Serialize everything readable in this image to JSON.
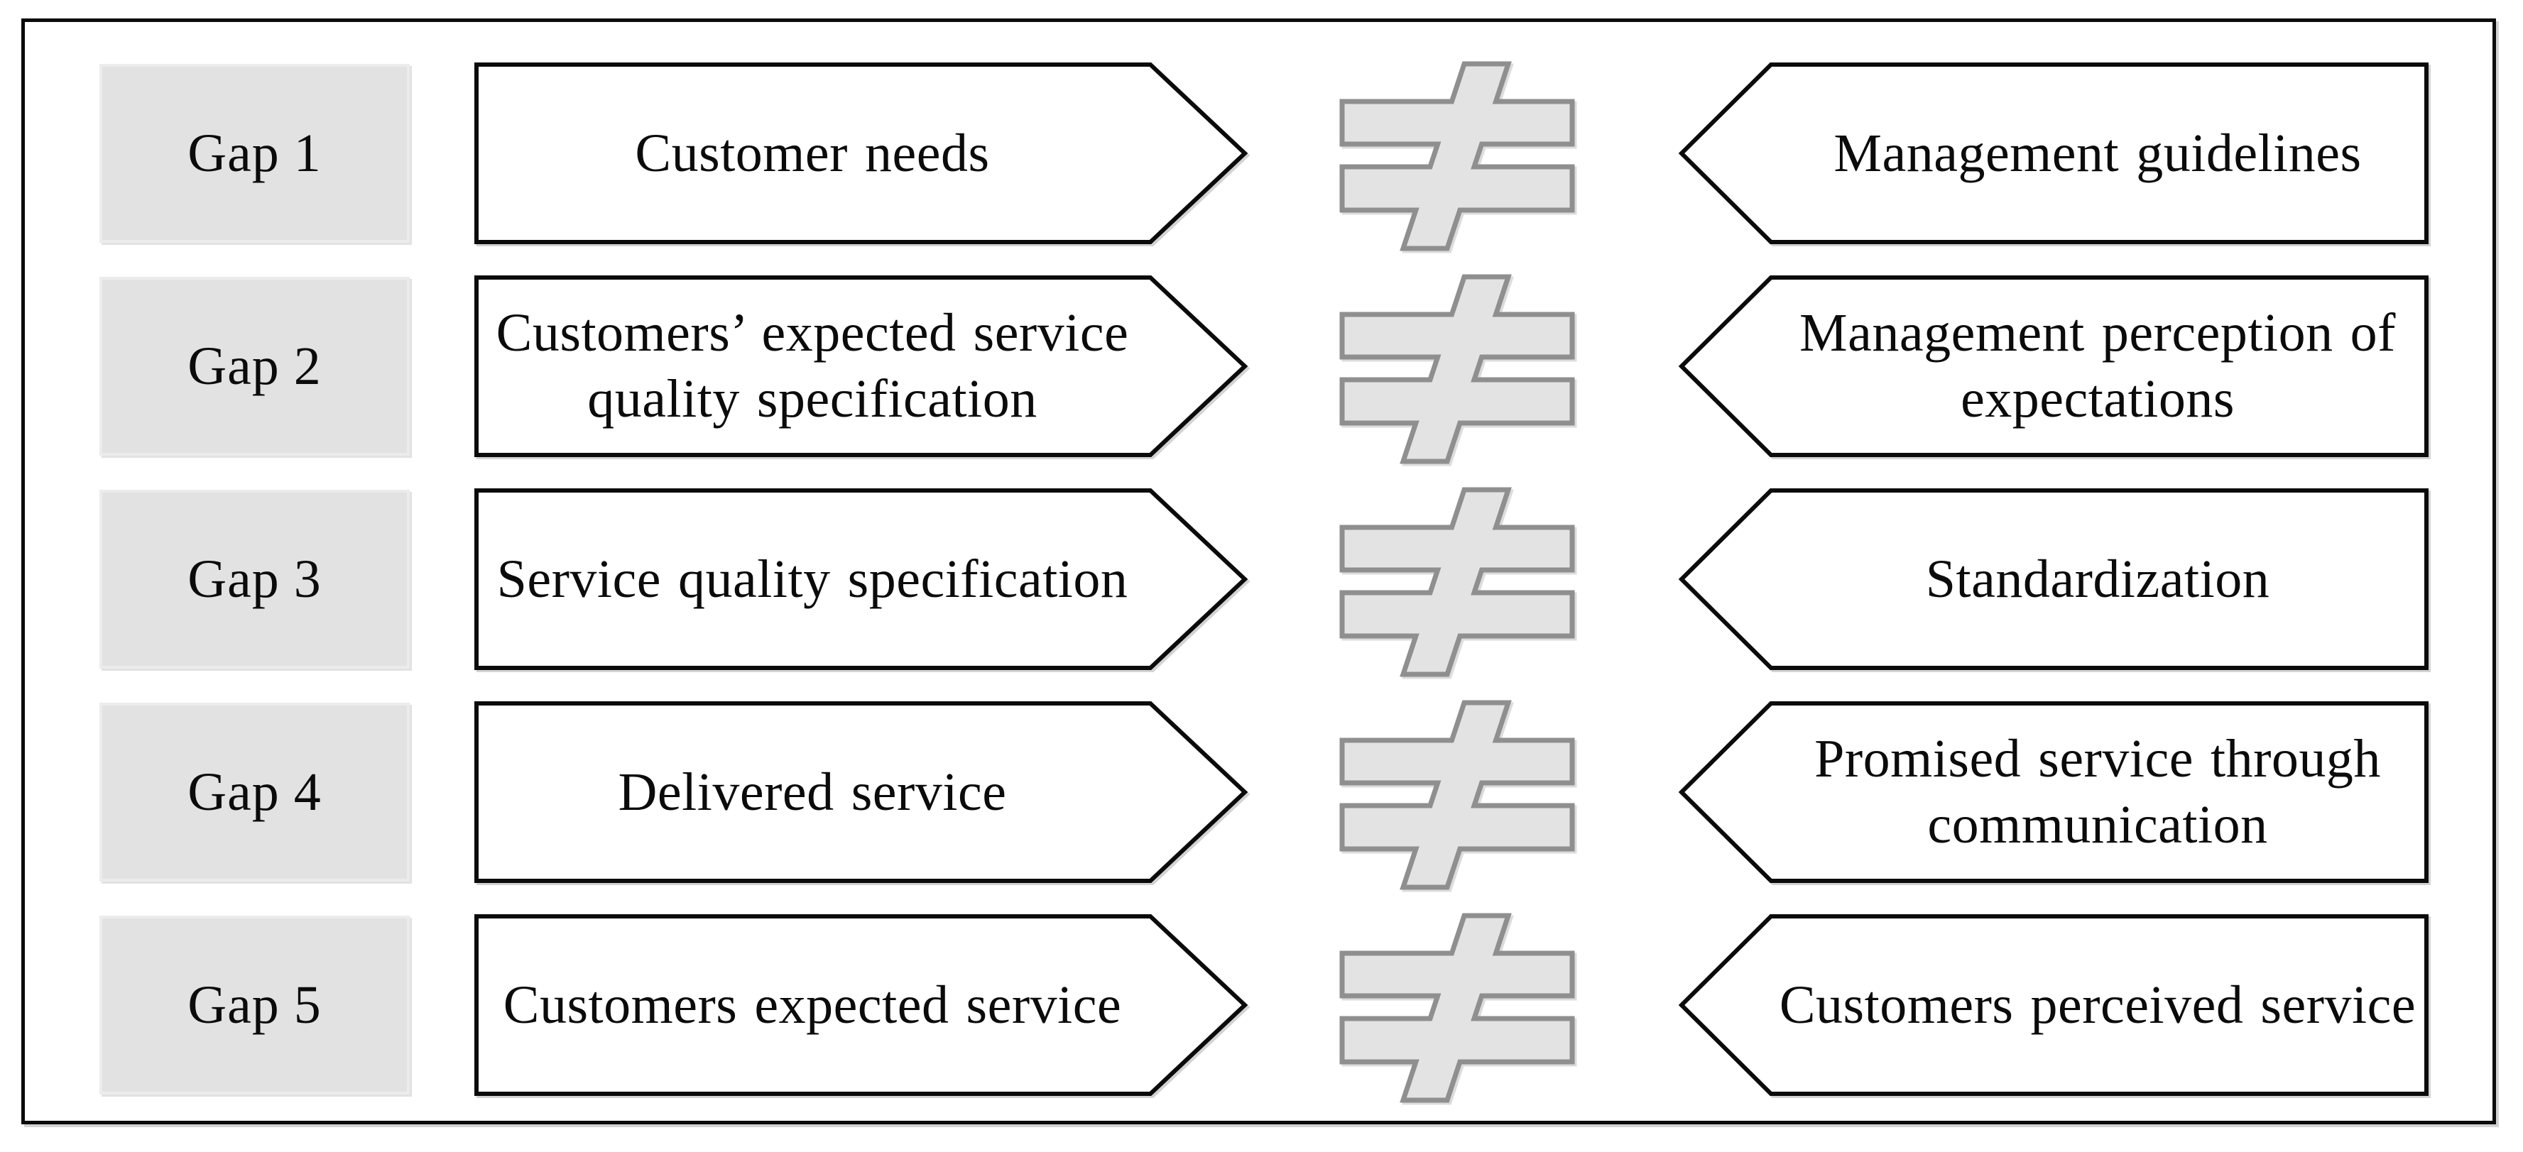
{
  "rows": [
    {
      "gap": "Gap 1",
      "left": "Customer needs",
      "right": "Management guidelines"
    },
    {
      "gap": "Gap 2",
      "left": "Customers’ expected service quality specification",
      "right": "Management perception of expectations"
    },
    {
      "gap": "Gap 3",
      "left": "Service quality specification",
      "right": "Standardization"
    },
    {
      "gap": "Gap 4",
      "left": "Delivered service",
      "right": "Promised service through communication"
    },
    {
      "gap": "Gap 5",
      "left": "Customers expected service",
      "right": "Customers perceived service"
    }
  ],
  "symbols": {
    "not_equal": "≠"
  },
  "layout_values": {
    "row_count": "5"
  },
  "colors": {
    "background": "#ffffff",
    "shape_stroke": "#0b0b0b",
    "text_color": "#0b0b0b",
    "box_fill": "#e2e2e2",
    "box_border": "#ececec",
    "symbol_fill": "#e3e3e3",
    "symbol_stroke": "#8f8f8f"
  }
}
